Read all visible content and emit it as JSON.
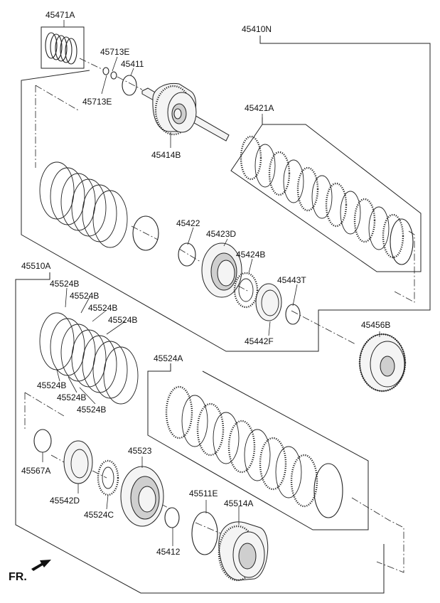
{
  "labels": {
    "l45471A": "45471A",
    "l45410N": "45410N",
    "l45713E_top": "45713E",
    "l45411": "45411",
    "l45713E_bot": "45713E",
    "l45414B": "45414B",
    "l45421A": "45421A",
    "l45422": "45422",
    "l45423D": "45423D",
    "l45424B": "45424B",
    "l45443T": "45443T",
    "l45442F": "45442F",
    "l45456B": "45456B",
    "l45510A": "45510A",
    "l45524B_1": "45524B",
    "l45524B_2": "45524B",
    "l45524B_3": "45524B",
    "l45524B_4": "45524B",
    "l45524B_5": "45524B",
    "l45524B_6": "45524B",
    "l45524B_7": "45524B",
    "l45524A": "45524A",
    "l45523": "45523",
    "l45567A": "45567A",
    "l45542D": "45542D",
    "l45524C": "45524C",
    "l45511E": "45511E",
    "l45514A": "45514A",
    "l45412": "45412",
    "fr": "FR."
  },
  "colors": {
    "line": "#222222",
    "text": "#111111",
    "background": "#ffffff"
  }
}
